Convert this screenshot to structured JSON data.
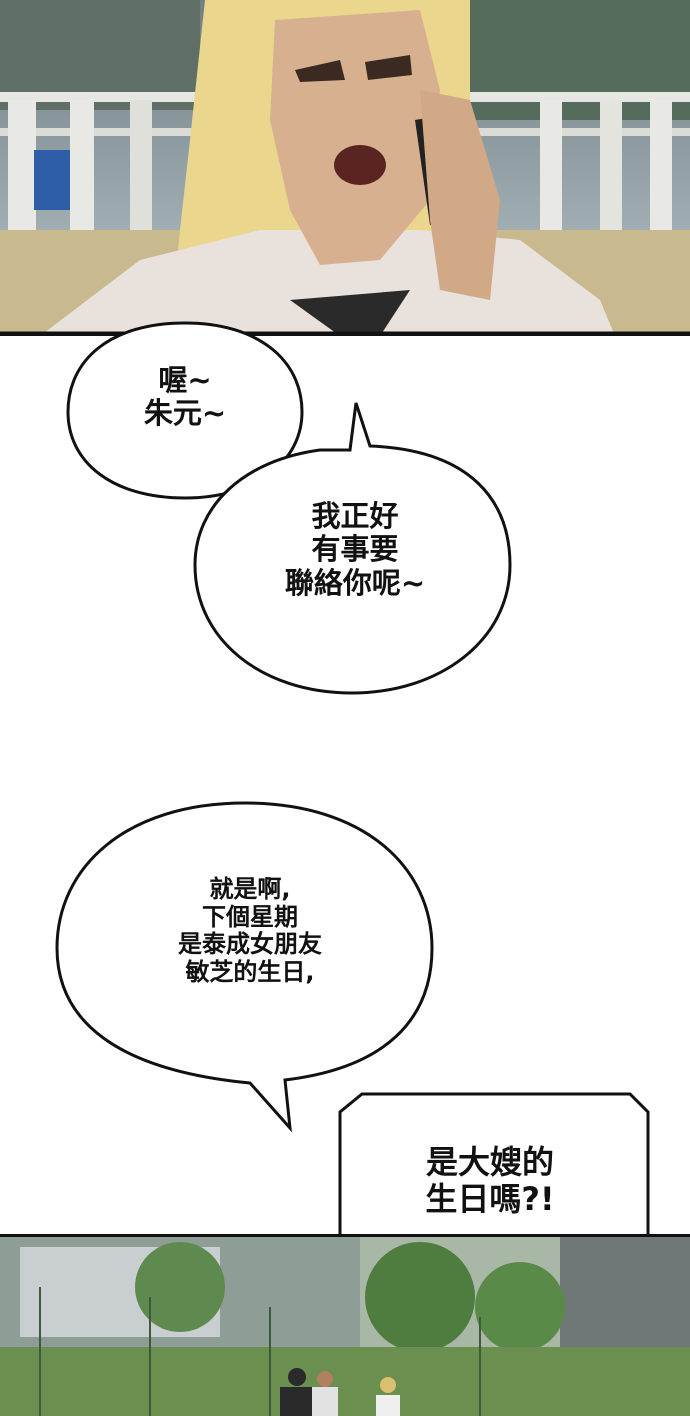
{
  "bubbles": [
    {
      "lines": [
        "喔~",
        "朱元~"
      ]
    },
    {
      "lines": [
        "我正好",
        "有事要",
        "聯絡你呢~"
      ]
    },
    {
      "lines": [
        "就是啊,",
        "下個星期",
        "是泰成女朋友",
        "敏芝的生日,"
      ]
    },
    {
      "lines": [
        "是大嫂的",
        "生日嗎?!"
      ]
    }
  ]
}
